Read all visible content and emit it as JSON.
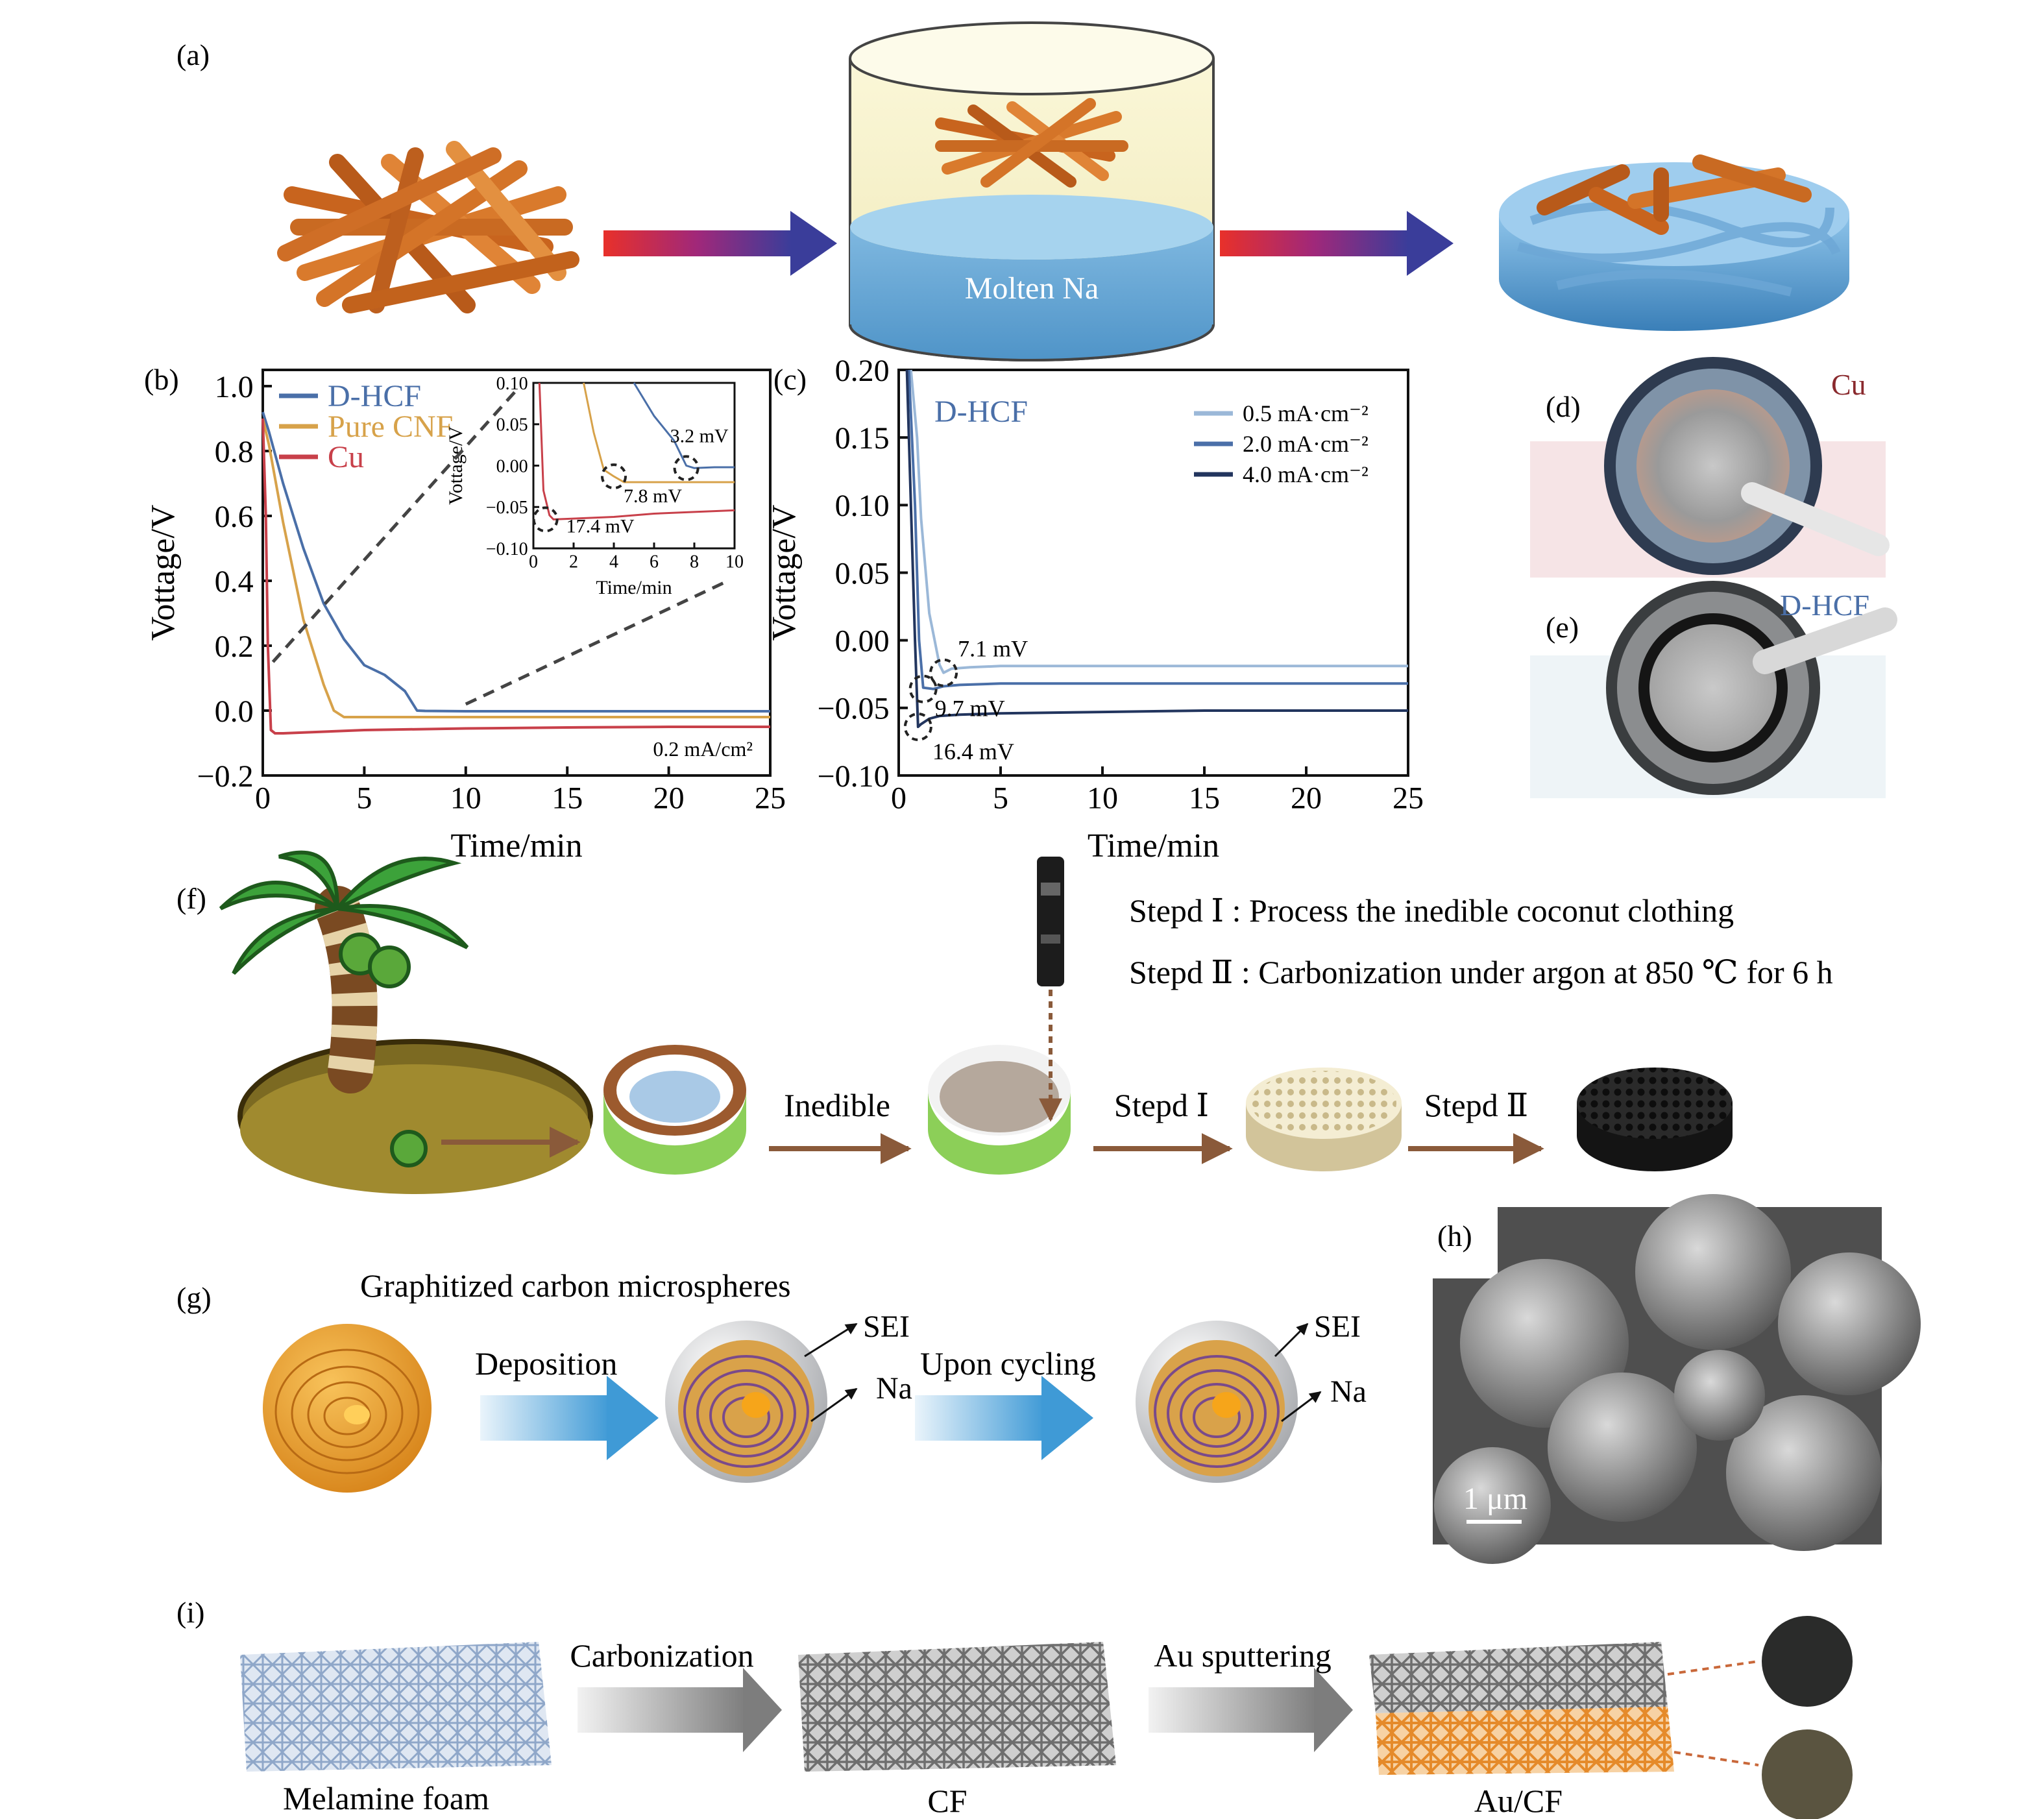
{
  "panel_labels": {
    "a": "(a)",
    "b": "(b)",
    "c": "(c)",
    "d": "(d)",
    "e": "(e)",
    "f": "(f)",
    "g": "(g)",
    "h": "(h)",
    "i": "(i)"
  },
  "panel_a": {
    "molten_label": "Molten Na"
  },
  "photos": {
    "d_label": "Cu",
    "e_label": "D-HCF"
  },
  "panel_f": {
    "step1_text": "Stepd Ⅰ : Process the inedible coconut clothing",
    "step2_text": "Stepd Ⅱ : Carbonization under argon at 850 ℃ for 6 h",
    "arrow_inedible": "Inedible",
    "arrow_step1": "Stepd Ⅰ",
    "arrow_step2": "Stepd Ⅱ"
  },
  "panel_g": {
    "title": "Graphitized carbon microspheres",
    "deposition": "Deposition",
    "upon_cycling": "Upon cycling",
    "sei_1": "SEI",
    "na_1": "Na",
    "sei_2": "SEI",
    "na_2": "Na"
  },
  "panel_h": {
    "scale": "1 μm"
  },
  "panel_i": {
    "carbonization": "Carbonization",
    "au_sputtering": "Au sputtering",
    "melamine": "Melamine foam",
    "cf": "CF",
    "aucf": "Au/CF"
  },
  "chart_data": [
    {
      "id": "b",
      "type": "line",
      "xlabel": "Time/min",
      "ylabel": "Vottage/V",
      "xlim": [
        0,
        25
      ],
      "ylim": [
        -0.2,
        1.05
      ],
      "xticks": [
        0,
        5,
        10,
        15,
        20,
        25
      ],
      "yticks": [
        -0.2,
        0.0,
        0.2,
        0.4,
        0.6,
        0.8,
        1.0
      ],
      "xtick_labels": [
        "0",
        "5",
        "10",
        "15",
        "20",
        "25"
      ],
      "ytick_labels": [
        "−0.2",
        "0.0",
        "0.2",
        "0.4",
        "0.6",
        "0.8",
        "1.0"
      ],
      "legend_position": "top-left",
      "annotation": "0.2 mA/cm²",
      "series": [
        {
          "name": "D-HCF",
          "color": "#4a6fa8",
          "x": [
            0,
            0.3,
            1,
            2,
            3,
            4,
            5,
            6,
            7,
            7.6,
            8,
            10,
            15,
            20,
            25
          ],
          "y": [
            0.92,
            0.86,
            0.7,
            0.5,
            0.33,
            0.22,
            0.14,
            0.11,
            0.06,
            0.0,
            -0.001,
            -0.002,
            -0.002,
            -0.002,
            -0.002
          ]
        },
        {
          "name": "Pure CNF",
          "color": "#d7a24a",
          "x": [
            0,
            0.3,
            1,
            2,
            3,
            3.5,
            4,
            4.5,
            5,
            10,
            15,
            20,
            25
          ],
          "y": [
            0.9,
            0.82,
            0.58,
            0.28,
            0.08,
            0.0,
            -0.02,
            -0.02,
            -0.02,
            -0.02,
            -0.02,
            -0.02,
            -0.02
          ]
        },
        {
          "name": "Cu",
          "color": "#c8404a",
          "x": [
            0,
            0.15,
            0.25,
            0.4,
            0.6,
            1,
            5,
            10,
            15,
            20,
            25
          ],
          "y": [
            0.9,
            0.6,
            0.2,
            -0.06,
            -0.07,
            -0.07,
            -0.06,
            -0.055,
            -0.052,
            -0.05,
            -0.05
          ]
        }
      ],
      "inset": {
        "xlim": [
          0,
          10
        ],
        "ylim": [
          -0.1,
          0.1
        ],
        "xticks": [
          0,
          2,
          4,
          6,
          8,
          10
        ],
        "yticks": [
          -0.1,
          -0.05,
          0.0,
          0.05,
          0.1
        ],
        "xtick_labels": [
          "0",
          "2",
          "4",
          "6",
          "8",
          "10"
        ],
        "ytick_labels": [
          "−0.10",
          "−0.05",
          "0.00",
          "0.05",
          "0.10"
        ],
        "xlabel": "Time/min",
        "ylabel": "Vottage/V",
        "series": [
          {
            "color": "#4a6fa8",
            "x": [
              5,
              6,
              7,
              7.6,
              8,
              9,
              10
            ],
            "y": [
              0.1,
              0.06,
              0.03,
              0.0,
              -0.003,
              -0.002,
              -0.002
            ]
          },
          {
            "color": "#d7a24a",
            "x": [
              2.5,
              3,
              3.5,
              4,
              4.5,
              5,
              6,
              8,
              10
            ],
            "y": [
              0.1,
              0.04,
              -0.005,
              -0.013,
              -0.02,
              -0.02,
              -0.02,
              -0.02,
              -0.02
            ]
          },
          {
            "color": "#c8404a",
            "x": [
              0.3,
              0.5,
              0.8,
              1,
              2,
              4,
              6,
              8,
              10
            ],
            "y": [
              0.1,
              -0.03,
              -0.06,
              -0.065,
              -0.064,
              -0.062,
              -0.058,
              -0.056,
              -0.054
            ]
          }
        ],
        "labels": [
          {
            "text": "3.2 mV",
            "x": 7.6,
            "y": -0.003
          },
          {
            "text": "7.8 mV",
            "x": 4.0,
            "y": -0.013
          },
          {
            "text": "17.4 mV",
            "x": 0.6,
            "y": -0.065
          }
        ]
      }
    },
    {
      "id": "c",
      "type": "line",
      "xlabel": "Time/min",
      "ylabel": "Vottage/V",
      "xlim": [
        0,
        25
      ],
      "ylim": [
        -0.1,
        0.2
      ],
      "xticks": [
        0,
        5,
        10,
        15,
        20,
        25
      ],
      "yticks": [
        -0.1,
        -0.05,
        0.0,
        0.05,
        0.1,
        0.15,
        0.2
      ],
      "xtick_labels": [
        "0",
        "5",
        "10",
        "15",
        "20",
        "25"
      ],
      "ytick_labels": [
        "−0.10",
        "−0.05",
        "0.00",
        "0.05",
        "0.10",
        "0.15",
        "0.20"
      ],
      "title": "D-HCF",
      "legend_position": "top-right",
      "series": [
        {
          "name": "0.5 mA·cm⁻²",
          "color": "#9bb8d8",
          "x": [
            0.6,
            0.9,
            1.1,
            1.5,
            2.0,
            2.2,
            2.6,
            3.5,
            5,
            10,
            15,
            20,
            25
          ],
          "y": [
            0.2,
            0.15,
            0.09,
            0.02,
            -0.018,
            -0.024,
            -0.021,
            -0.02,
            -0.019,
            -0.019,
            -0.019,
            -0.019,
            -0.019
          ]
        },
        {
          "name": "2.0 mA·cm⁻²",
          "color": "#4a6fa8",
          "x": [
            0.5,
            0.8,
            1.0,
            1.2,
            1.7,
            2.2,
            3,
            5,
            10,
            15,
            20,
            25
          ],
          "y": [
            0.2,
            0.1,
            0.0,
            -0.035,
            -0.036,
            -0.034,
            -0.033,
            -0.032,
            -0.032,
            -0.032,
            -0.032,
            -0.032
          ]
        },
        {
          "name": "4.0 mA·cm⁻²",
          "color": "#22355e",
          "x": [
            0.4,
            0.6,
            0.8,
            0.95,
            1.1,
            1.5,
            2,
            3,
            5,
            10,
            15,
            20,
            25
          ],
          "y": [
            0.2,
            0.1,
            0.0,
            -0.064,
            -0.062,
            -0.058,
            -0.056,
            -0.055,
            -0.054,
            -0.053,
            -0.052,
            -0.052,
            -0.052
          ]
        }
      ],
      "labels": [
        {
          "text": "7.1 mV",
          "x": 2.2,
          "y": -0.024
        },
        {
          "text": "9.7 mV",
          "x": 1.2,
          "y": -0.036
        },
        {
          "text": "16.4 mV",
          "x": 0.95,
          "y": -0.064
        }
      ]
    }
  ]
}
